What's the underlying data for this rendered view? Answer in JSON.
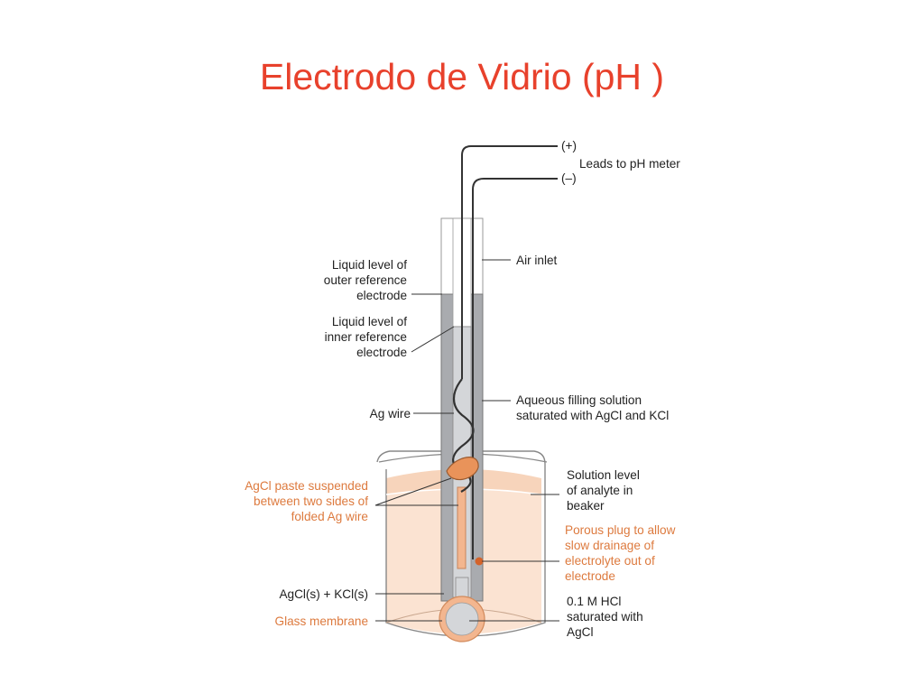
{
  "title": "Electrodo de Vidrio (pH )",
  "labels": {
    "plus": "(+)",
    "minus": "(–)",
    "leads": "Leads to pH meter",
    "air_inlet": "Air inlet",
    "outer_level": [
      "Liquid level of",
      "outer reference",
      "electrode"
    ],
    "inner_level": [
      "Liquid level of",
      "inner reference",
      "electrode"
    ],
    "ag_wire": "Ag wire",
    "aqueous": [
      "Aqueous filling solution",
      "saturated with AgCl and KCl"
    ],
    "agcl_paste": [
      "AgCl paste suspended",
      "between two sides of",
      "folded Ag wire"
    ],
    "solution_level": [
      "Solution level",
      "of analyte in",
      "beaker"
    ],
    "porous_plug": [
      "Porous plug to allow",
      "slow drainage of",
      "electrolyte out of",
      "electrode"
    ],
    "agcl_kcl": "AgCl(s) + KCl(s)",
    "glass_membrane": "Glass membrane",
    "hcl": [
      "0.1 M HCl",
      "saturated with",
      "AgCl"
    ]
  },
  "colors": {
    "title": "#e8412c",
    "orange_label": "#dd7a3e",
    "solution": "#fbe3d2",
    "gray_fill": "#a9abaf",
    "light_gray": "#d4d6d9"
  }
}
